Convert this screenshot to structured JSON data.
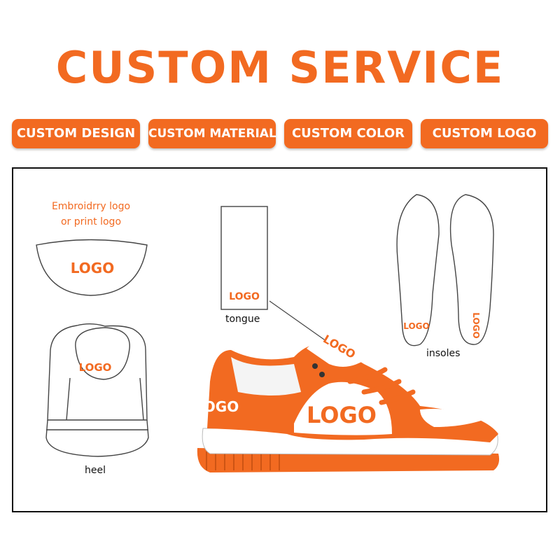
{
  "title": "CUSTOM SERVICE",
  "tags": [
    {
      "label": "CUSTOM DESIGN"
    },
    {
      "label": "CUSTOM MATERIAL"
    },
    {
      "label": "CUSTOM COLOR"
    },
    {
      "label": "CUSTOM LOGO"
    }
  ],
  "note": {
    "line1": "Embroidrry logo",
    "line2": "or print logo"
  },
  "logo_text": "LOGO",
  "labels": {
    "tongue": "tongue",
    "heel": "heel",
    "insoles": "insoles"
  },
  "colors": {
    "accent": "#f26a21",
    "outline": "#333333"
  }
}
